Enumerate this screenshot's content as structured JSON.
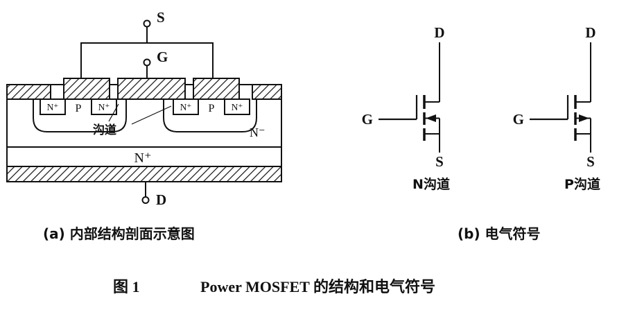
{
  "figure_caption": {
    "index": "图 1",
    "title": "Power MOSFET 的结构和电气符号"
  },
  "cross_section": {
    "caption": "(a) 内部结构剖面示意图",
    "source_label": "S",
    "gate_label": "G",
    "drain_label": "D",
    "n_plus_cell": "N⁺",
    "p_well_left": "P",
    "p_well_right": "P",
    "channel_label": "沟道",
    "n_minus_label": "N⁻",
    "n_plus_substrate": "N⁺"
  },
  "symbols": {
    "caption": "(b) 电气符号",
    "n_channel": {
      "drain": "D",
      "gate": "G",
      "source": "S",
      "name": "N沟道"
    },
    "p_channel": {
      "drain": "D",
      "gate": "G",
      "source": "S",
      "name": "P沟道"
    }
  }
}
